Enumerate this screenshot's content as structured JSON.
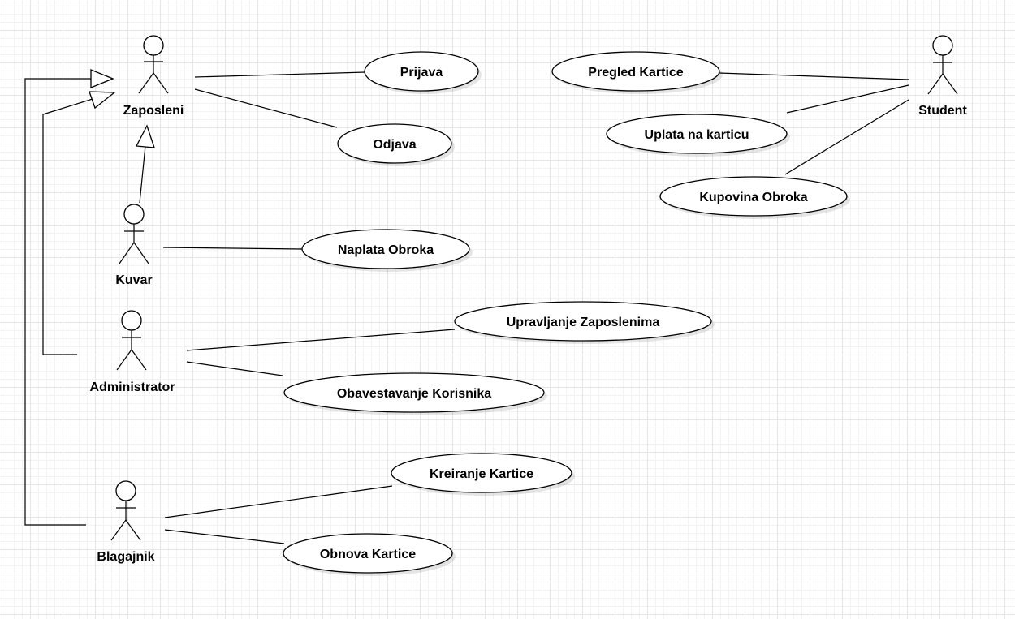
{
  "actors": {
    "zaposleni": "Zaposleni",
    "kuvar": "Kuvar",
    "administrator": "Administrator",
    "blagajnik": "Blagajnik",
    "student": "Student"
  },
  "use_cases": {
    "prijava": "Prijava",
    "odjava": "Odjava",
    "naplata_obroka": "Naplata Obroka",
    "upravljanje_zaposlenima": "Upravljanje Zaposlenima",
    "obavestavanje_korisnika": "Obavestavanje Korisnika",
    "kreiranje_kartice": "Kreiranje Kartice",
    "obnova_kartice": "Obnova Kartice",
    "pregled_kartice": "Pregled Kartice",
    "uplata_na_karticu": "Uplata na karticu",
    "kupovina_obroka": "Kupovina Obroka"
  }
}
